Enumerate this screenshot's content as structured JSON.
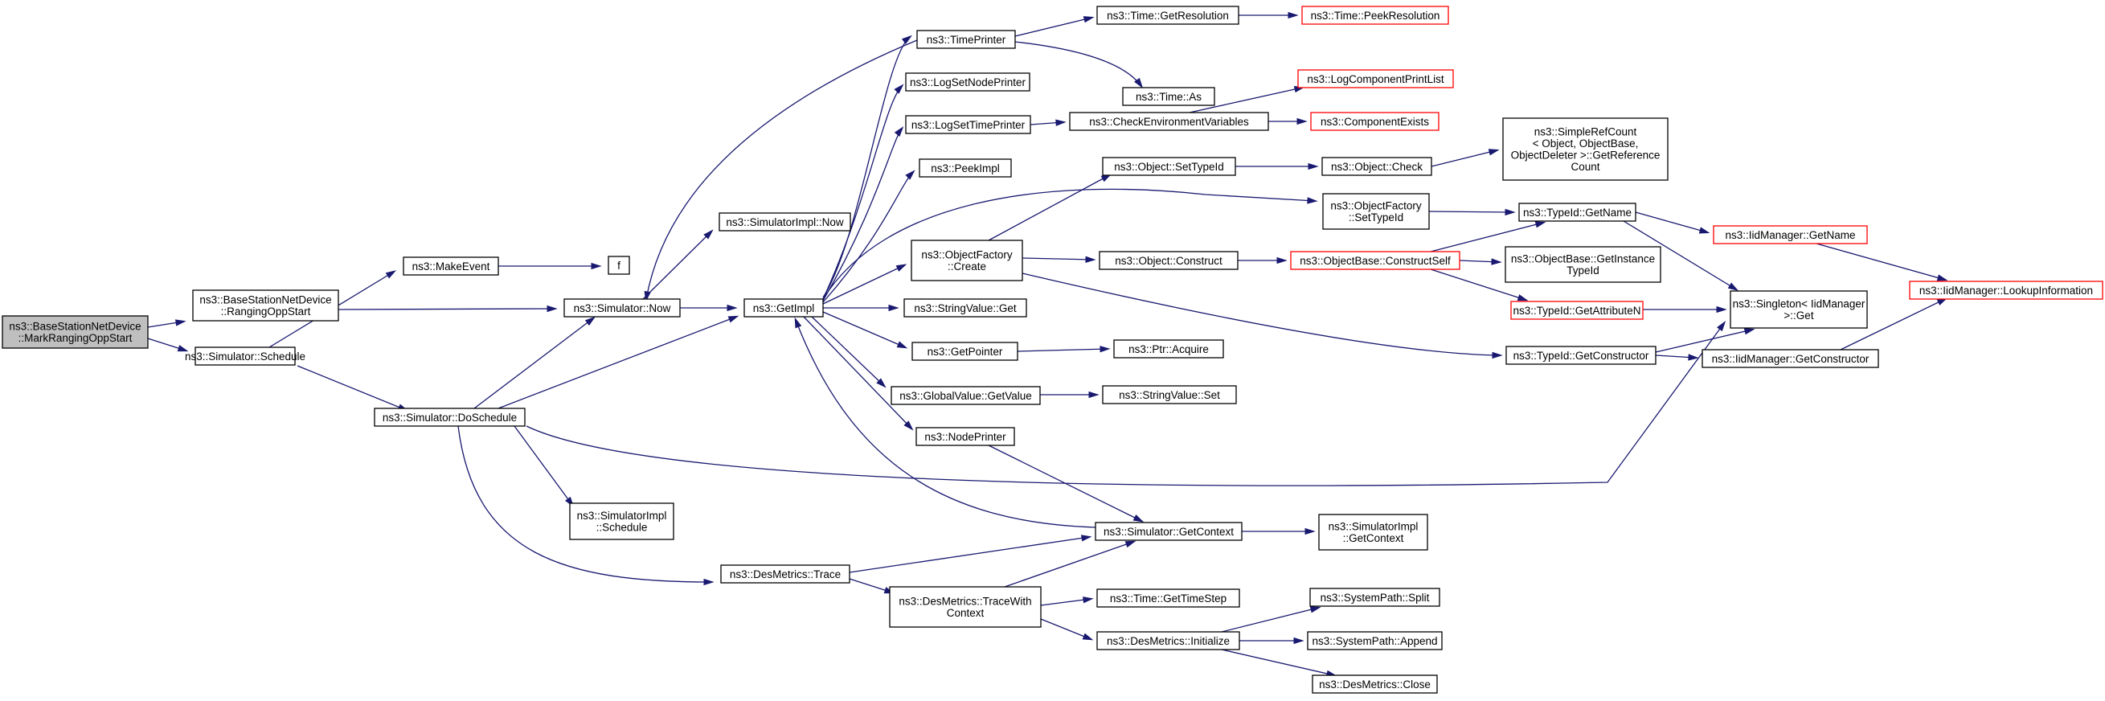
{
  "diagram": {
    "nodes": [
      {
        "id": "root",
        "lines": [
          "ns3::BaseStationNetDevice",
          "::MarkRangingOppStart"
        ],
        "style": "root"
      },
      {
        "id": "bsRanging",
        "lines": [
          "ns3::BaseStationNetDevice",
          "::RangingOppStart"
        ]
      },
      {
        "id": "schedule",
        "lines": [
          "ns3::Simulator::Schedule"
        ]
      },
      {
        "id": "makeEvent",
        "lines": [
          "ns3::MakeEvent"
        ]
      },
      {
        "id": "f",
        "lines": [
          "f"
        ]
      },
      {
        "id": "simNow",
        "lines": [
          "ns3::Simulator::Now"
        ]
      },
      {
        "id": "doSchedule",
        "lines": [
          "ns3::Simulator::DoSchedule"
        ]
      },
      {
        "id": "simImplNow",
        "lines": [
          "ns3::SimulatorImpl::Now"
        ]
      },
      {
        "id": "getImpl",
        "lines": [
          "ns3::GetImpl"
        ]
      },
      {
        "id": "simImplSchedule",
        "lines": [
          "ns3::SimulatorImpl",
          "::Schedule"
        ]
      },
      {
        "id": "desTrace",
        "lines": [
          "ns3::DesMetrics::Trace"
        ]
      },
      {
        "id": "timePrinter",
        "lines": [
          "ns3::TimePrinter"
        ]
      },
      {
        "id": "logSetNode",
        "lines": [
          "ns3::LogSetNodePrinter"
        ]
      },
      {
        "id": "logSetTime",
        "lines": [
          "ns3::LogSetTimePrinter"
        ]
      },
      {
        "id": "peekImpl",
        "lines": [
          "ns3::PeekImpl"
        ]
      },
      {
        "id": "ofCreate",
        "lines": [
          "ns3::ObjectFactory",
          "::Create"
        ]
      },
      {
        "id": "strGet",
        "lines": [
          "ns3::StringValue::Get"
        ]
      },
      {
        "id": "getPointer",
        "lines": [
          "ns3::GetPointer"
        ]
      },
      {
        "id": "gvGetValue",
        "lines": [
          "ns3::GlobalValue::GetValue"
        ]
      },
      {
        "id": "nodePrinter",
        "lines": [
          "ns3::NodePrinter"
        ]
      },
      {
        "id": "traceWith",
        "lines": [
          "ns3::DesMetrics::TraceWith",
          "Context"
        ]
      },
      {
        "id": "getRes",
        "lines": [
          "ns3::Time::GetResolution"
        ]
      },
      {
        "id": "timeAs",
        "lines": [
          "ns3::Time::As"
        ]
      },
      {
        "id": "checkEnv",
        "lines": [
          "ns3::CheckEnvironmentVariables"
        ]
      },
      {
        "id": "objSetTypeId",
        "lines": [
          "ns3::Object::SetTypeId"
        ]
      },
      {
        "id": "ofSetTypeId",
        "lines": [
          "ns3::ObjectFactory",
          "::SetTypeId"
        ]
      },
      {
        "id": "objConstruct",
        "lines": [
          "ns3::Object::Construct"
        ]
      },
      {
        "id": "ptrAcquire",
        "lines": [
          "ns3::Ptr::Acquire"
        ]
      },
      {
        "id": "strSet",
        "lines": [
          "ns3::StringValue::Set"
        ]
      },
      {
        "id": "getContext",
        "lines": [
          "ns3::Simulator::GetContext"
        ]
      },
      {
        "id": "getTimeStep",
        "lines": [
          "ns3::Time::GetTimeStep"
        ]
      },
      {
        "id": "desInit",
        "lines": [
          "ns3::DesMetrics::Initialize"
        ]
      },
      {
        "id": "peekRes",
        "lines": [
          "ns3::Time::PeekResolution"
        ],
        "style": "red"
      },
      {
        "id": "logCompList",
        "lines": [
          "ns3::LogComponentPrintList"
        ],
        "style": "red"
      },
      {
        "id": "compExists",
        "lines": [
          "ns3::ComponentExists"
        ],
        "style": "red"
      },
      {
        "id": "objCheck",
        "lines": [
          "ns3::Object::Check"
        ]
      },
      {
        "id": "obConstructSelf",
        "lines": [
          "ns3::ObjectBase::ConstructSelf"
        ],
        "style": "red"
      },
      {
        "id": "tidGetCtor",
        "lines": [
          "ns3::TypeId::GetConstructor"
        ]
      },
      {
        "id": "simImplGetCtx",
        "lines": [
          "ns3::SimulatorImpl",
          "::GetContext"
        ]
      },
      {
        "id": "spSplit",
        "lines": [
          "ns3::SystemPath::Split"
        ]
      },
      {
        "id": "spAppend",
        "lines": [
          "ns3::SystemPath::Append"
        ]
      },
      {
        "id": "desClose",
        "lines": [
          "ns3::DesMetrics::Close"
        ]
      },
      {
        "id": "srcGetRef",
        "lines": [
          "ns3::SimpleRefCount",
          "< Object, ObjectBase,",
          " ObjectDeleter >::GetReference",
          "Count"
        ]
      },
      {
        "id": "tidGetName",
        "lines": [
          "ns3::TypeId::GetName"
        ]
      },
      {
        "id": "obGetInstTid",
        "lines": [
          "ns3::ObjectBase::GetInstance",
          "TypeId"
        ]
      },
      {
        "id": "tidGetAttrN",
        "lines": [
          "ns3::TypeId::GetAttributeN"
        ],
        "style": "red"
      },
      {
        "id": "singletonGet",
        "lines": [
          "ns3::Singleton< IidManager",
          " >::Get"
        ]
      },
      {
        "id": "iidGetCtor",
        "lines": [
          "ns3::IidManager::GetConstructor"
        ]
      },
      {
        "id": "iidGetName",
        "lines": [
          "ns3::IidManager::GetName"
        ],
        "style": "red"
      },
      {
        "id": "iidLookup",
        "lines": [
          "ns3::IidManager::LookupInformation"
        ],
        "style": "red"
      }
    ],
    "edges": [
      [
        "root",
        "bsRanging"
      ],
      [
        "root",
        "schedule"
      ],
      [
        "bsRanging",
        "simNow"
      ],
      [
        "schedule",
        "makeEvent"
      ],
      [
        "schedule",
        "doSchedule"
      ],
      [
        "makeEvent",
        "f"
      ],
      [
        "simNow",
        "simImplNow"
      ],
      [
        "simNow",
        "getImpl"
      ],
      [
        "doSchedule",
        "simNow"
      ],
      [
        "doSchedule",
        "getImpl"
      ],
      [
        "doSchedule",
        "simImplSchedule"
      ],
      [
        "doSchedule",
        "desTrace"
      ],
      [
        "doSchedule",
        "singletonGet"
      ],
      [
        "getImpl",
        "timePrinter"
      ],
      [
        "getImpl",
        "logSetNode"
      ],
      [
        "getImpl",
        "logSetTime"
      ],
      [
        "getImpl",
        "peekImpl"
      ],
      [
        "getImpl",
        "ofSetTypeId"
      ],
      [
        "getImpl",
        "ofCreate"
      ],
      [
        "getImpl",
        "strGet"
      ],
      [
        "getImpl",
        "getPointer"
      ],
      [
        "getImpl",
        "gvGetValue"
      ],
      [
        "getImpl",
        "nodePrinter"
      ],
      [
        "timePrinter",
        "simNow"
      ],
      [
        "timePrinter",
        "getRes"
      ],
      [
        "timePrinter",
        "timeAs"
      ],
      [
        "getRes",
        "peekRes"
      ],
      [
        "logSetTime",
        "checkEnv"
      ],
      [
        "checkEnv",
        "logCompList"
      ],
      [
        "checkEnv",
        "compExists"
      ],
      [
        "ofCreate",
        "objSetTypeId"
      ],
      [
        "ofCreate",
        "objConstruct"
      ],
      [
        "ofCreate",
        "tidGetCtor"
      ],
      [
        "objSetTypeId",
        "objCheck"
      ],
      [
        "objCheck",
        "srcGetRef"
      ],
      [
        "ofSetTypeId",
        "tidGetName"
      ],
      [
        "objConstruct",
        "obConstructSelf"
      ],
      [
        "obConstructSelf",
        "tidGetName"
      ],
      [
        "obConstructSelf",
        "obGetInstTid"
      ],
      [
        "obConstructSelf",
        "tidGetAttrN"
      ],
      [
        "tidGetAttrN",
        "singletonGet"
      ],
      [
        "tidGetName",
        "singletonGet"
      ],
      [
        "tidGetName",
        "iidGetName"
      ],
      [
        "iidGetName",
        "iidLookup"
      ],
      [
        "tidGetCtor",
        "singletonGet"
      ],
      [
        "tidGetCtor",
        "iidGetCtor"
      ],
      [
        "iidGetCtor",
        "iidLookup"
      ],
      [
        "getPointer",
        "ptrAcquire"
      ],
      [
        "gvGetValue",
        "strSet"
      ],
      [
        "nodePrinter",
        "getContext"
      ],
      [
        "getContext",
        "getImpl"
      ],
      [
        "getContext",
        "simImplGetCtx"
      ],
      [
        "desTrace",
        "getContext"
      ],
      [
        "desTrace",
        "traceWith"
      ],
      [
        "traceWith",
        "getContext"
      ],
      [
        "traceWith",
        "getTimeStep"
      ],
      [
        "traceWith",
        "desInit"
      ],
      [
        "desInit",
        "spSplit"
      ],
      [
        "desInit",
        "spAppend"
      ],
      [
        "desInit",
        "desClose"
      ]
    ],
    "colors": {
      "edge": "#191970",
      "node_border": "#000000",
      "highlight_border": "#ff0000",
      "root_fill": "#bfbfbf"
    }
  }
}
